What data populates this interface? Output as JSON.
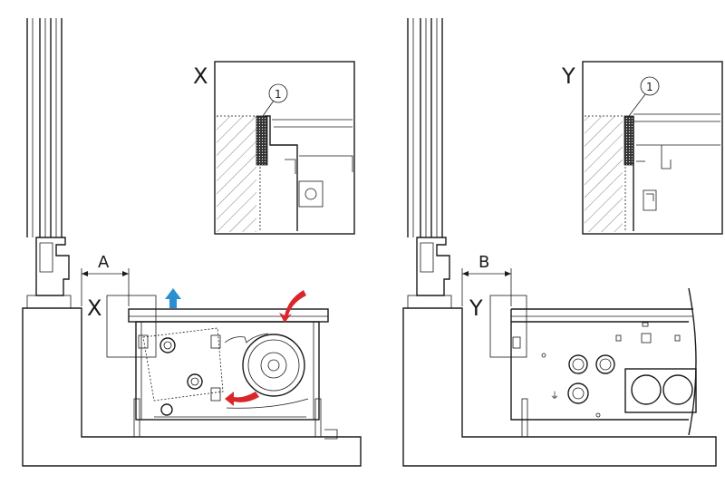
{
  "labels": {
    "detail_x": "X",
    "detail_y": "Y",
    "marker_x": "X",
    "marker_y": "Y",
    "dim_a": "A",
    "dim_b": "B",
    "callout_x": "1",
    "callout_y": "1"
  },
  "colors": {
    "line": "#1a1a1a",
    "airflow_in": "#d9262b",
    "airflow_out": "#2a8fd0",
    "seal": "#333333"
  },
  "icons": {
    "airflow_out": "up-arrow-icon",
    "airflow_in": "curved-arrow-icon",
    "ground": "earth-ground-icon"
  }
}
